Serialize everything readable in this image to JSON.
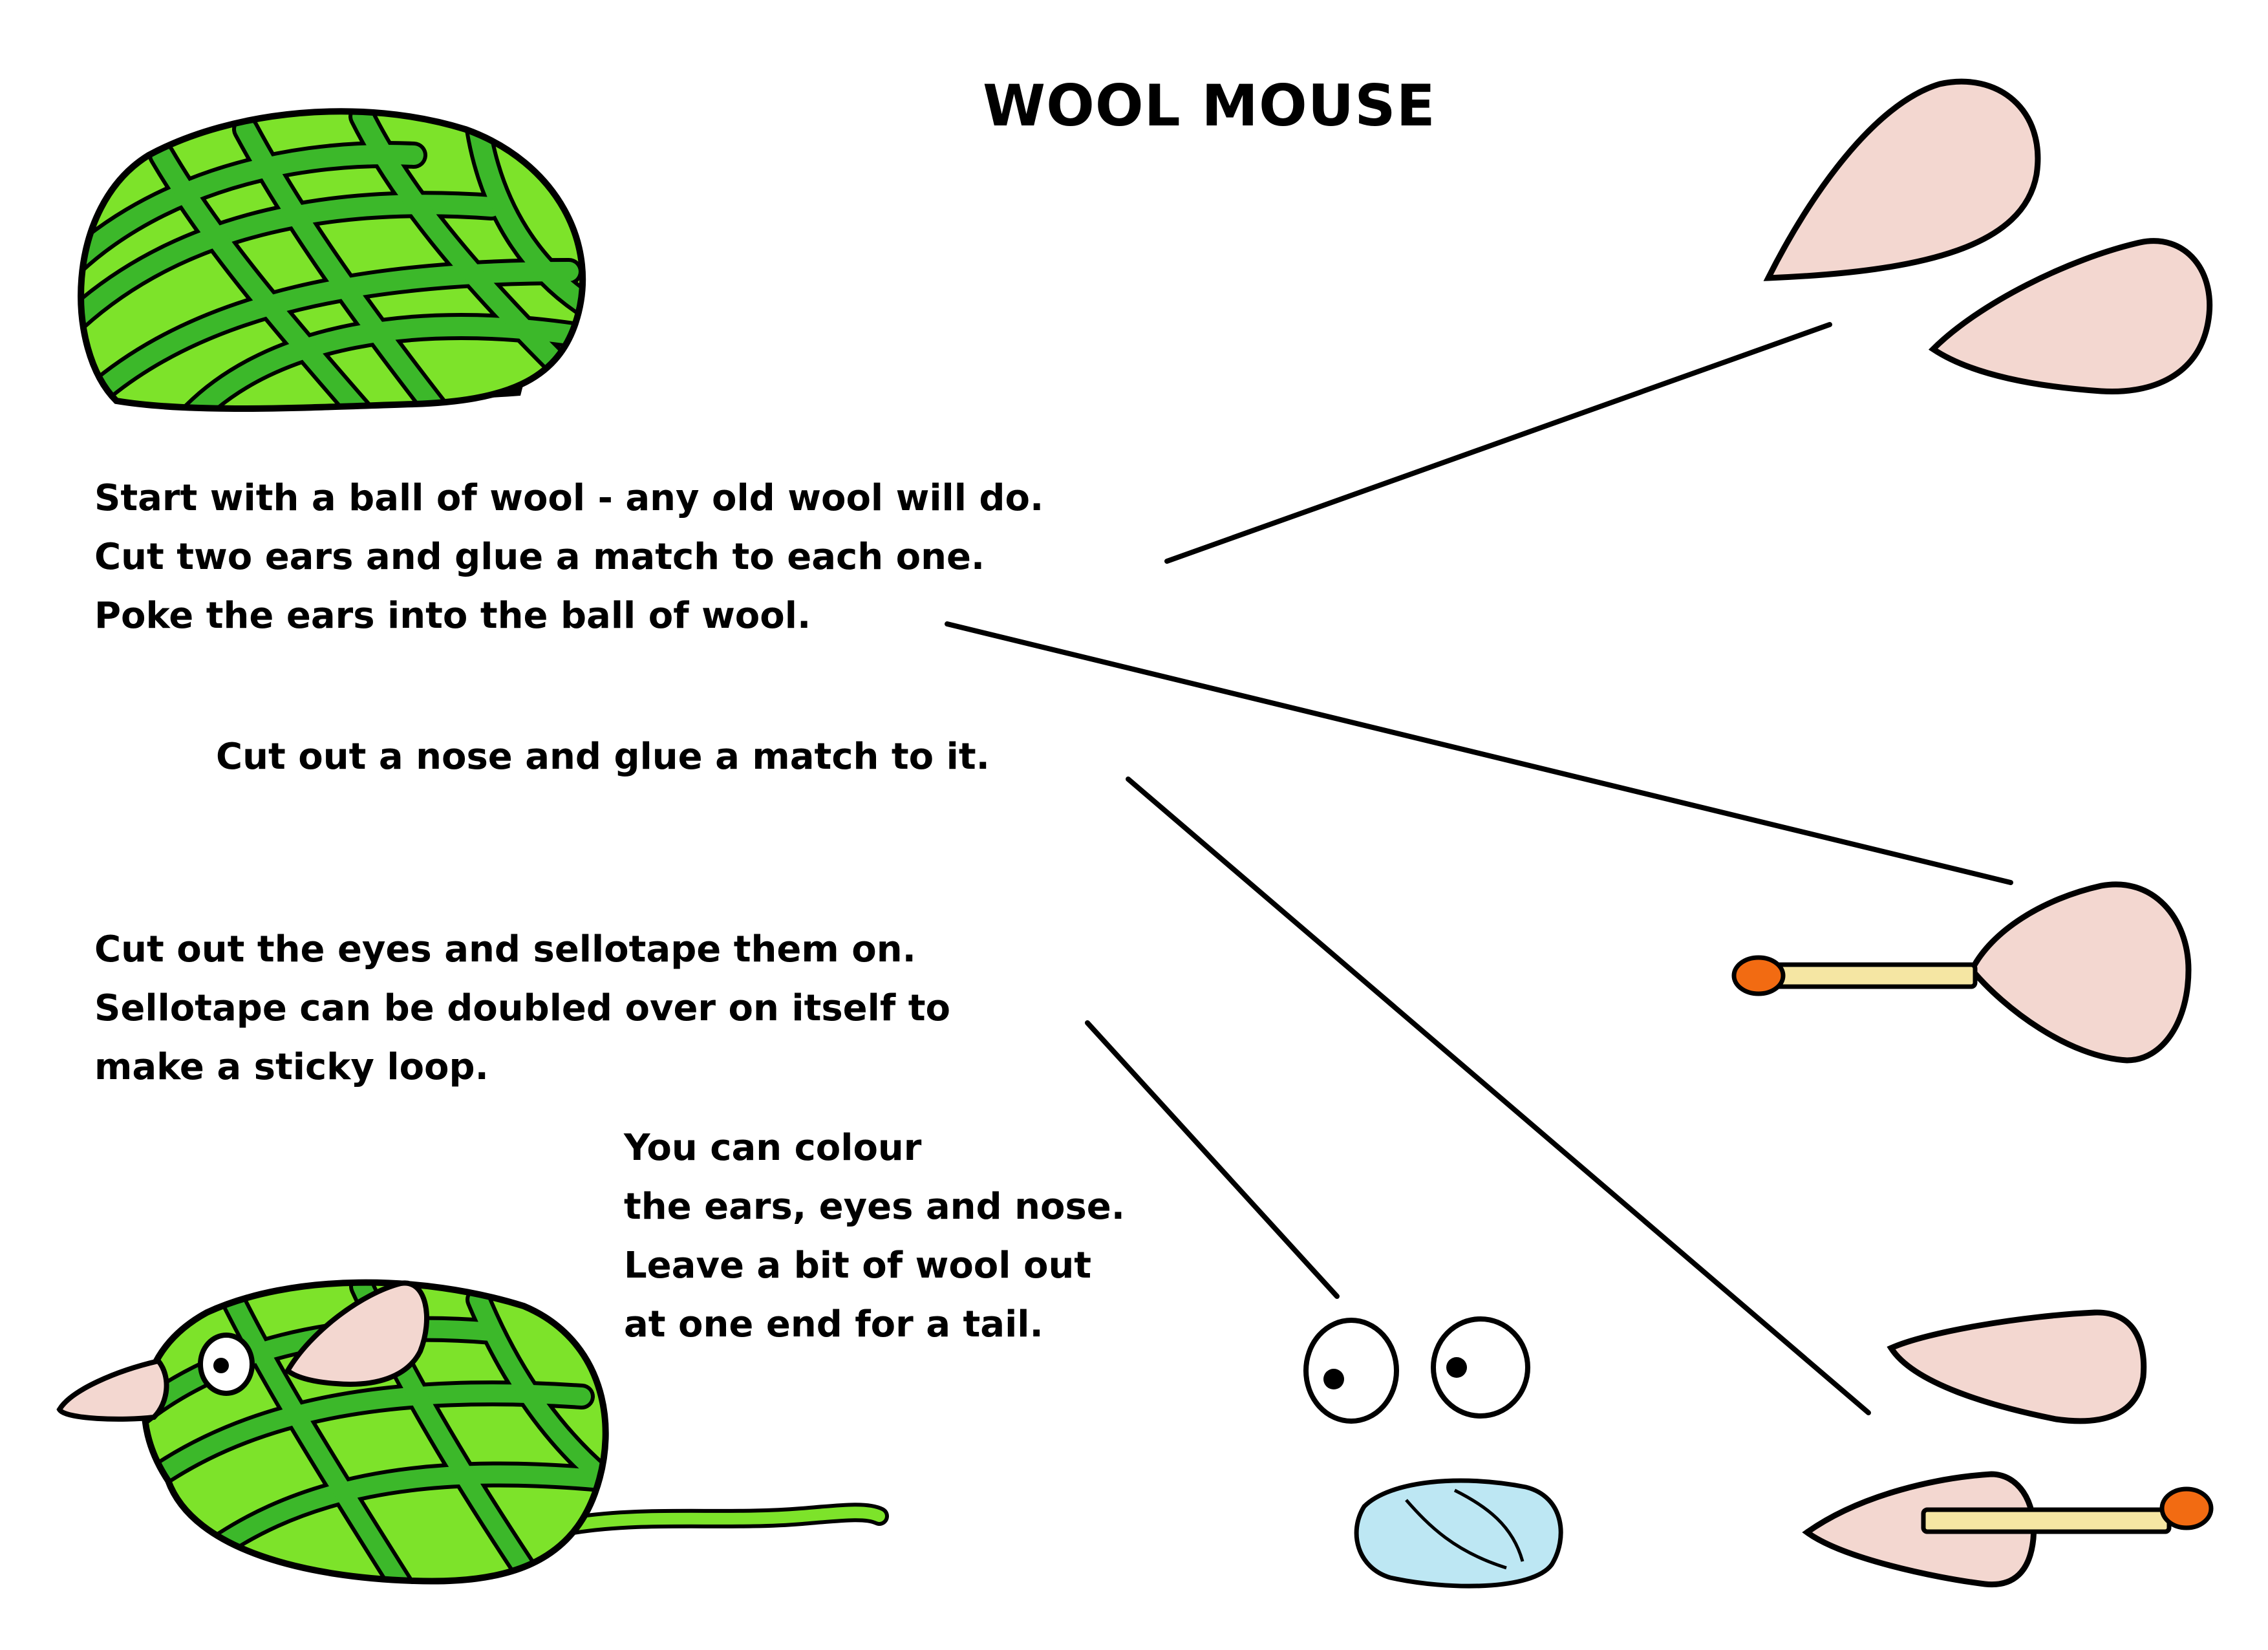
{
  "title": "WOOL MOUSE",
  "instructions": {
    "ears": [
      "Start with a ball of wool - any old wool will do.",
      "Cut two ears and glue a match to each one.",
      "Poke the ears into the ball of wool."
    ],
    "nose": [
      "Cut out a nose and glue a match to it."
    ],
    "eyes": [
      "Cut out the eyes and sellotape them on.",
      "Sellotape can be doubled over on itself to",
      "make a sticky loop."
    ],
    "colour": [
      "You can colour",
      "the ears, eyes and nose.",
      "Leave a bit of wool out",
      "at one end for a tail."
    ]
  },
  "colors": {
    "wool_light": "#7de32a",
    "wool_dark": "#3cb82a",
    "ear_pink": "#f3d7d0",
    "match_wood": "#f5e6a3",
    "match_head": "#f26b12",
    "tape_blue": "#bde7f3",
    "outline": "#000000"
  },
  "illustrations": [
    "wool-ball-icon",
    "ear-cutout-icon",
    "ear-with-match-icon",
    "nose-cutout-icon",
    "nose-with-match-icon",
    "eyes-cutout-icon",
    "sellotape-loop-icon",
    "finished-wool-mouse-icon"
  ]
}
